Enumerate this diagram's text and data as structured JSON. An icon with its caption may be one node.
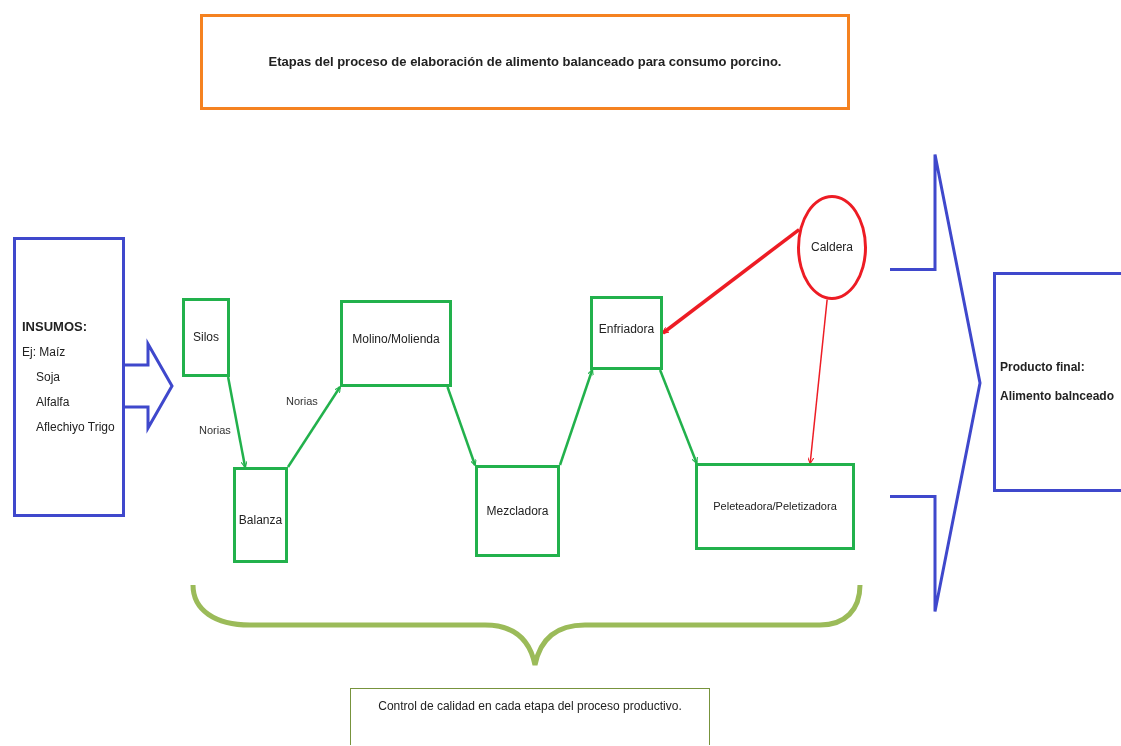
{
  "diagram": {
    "nodes": [
      {
        "text": [
          "Etapas del proceso de elaboración de alimento balanceado para consumo porcino."
        ]
      },
      {
        "text": [
          "INSUMOS:",
          "Ej: Maíz",
          "Soja",
          "Alfalfa",
          "Aflechiyo Trigo"
        ]
      },
      {
        "text": [
          "Silos"
        ]
      },
      {
        "text": [
          "Balanza"
        ]
      },
      {
        "text": [
          "Molino/Molienda"
        ]
      },
      {
        "text": [
          "Mezcladora"
        ]
      },
      {
        "text": [
          "Enfriadora"
        ]
      },
      {
        "text": [
          "Peleteadora/Peletizadora"
        ]
      },
      {
        "text": [
          "Caldera"
        ]
      },
      {
        "text": [
          "Producto final:",
          "Alimento balnceado"
        ]
      },
      {
        "text": [
          "Control de calidad en cada etapa del proceso productivo."
        ]
      }
    ],
    "edges": [
      {
        "from": 1,
        "to": 2,
        "arrow": "to",
        "style": "thick",
        "color": "#3f48cc"
      },
      {
        "from": 2,
        "to": 3,
        "arrow": "to",
        "label": "Norias"
      },
      {
        "from": 3,
        "to": 4,
        "arrow": "to",
        "label": "Norias"
      },
      {
        "from": 4,
        "to": 5,
        "arrow": "to"
      },
      {
        "from": 5,
        "to": 6,
        "arrow": "to"
      },
      {
        "from": 6,
        "to": 7,
        "arrow": "to"
      },
      {
        "from": 8,
        "to": 6,
        "arrow": "to",
        "color": "#ed1c24"
      },
      {
        "from": 8,
        "to": 7,
        "arrow": "to",
        "color": "#ed1c24"
      },
      {
        "from": 7,
        "to": 9,
        "arrow": "to",
        "style": "thick",
        "color": "#3f48cc"
      }
    ]
  }
}
